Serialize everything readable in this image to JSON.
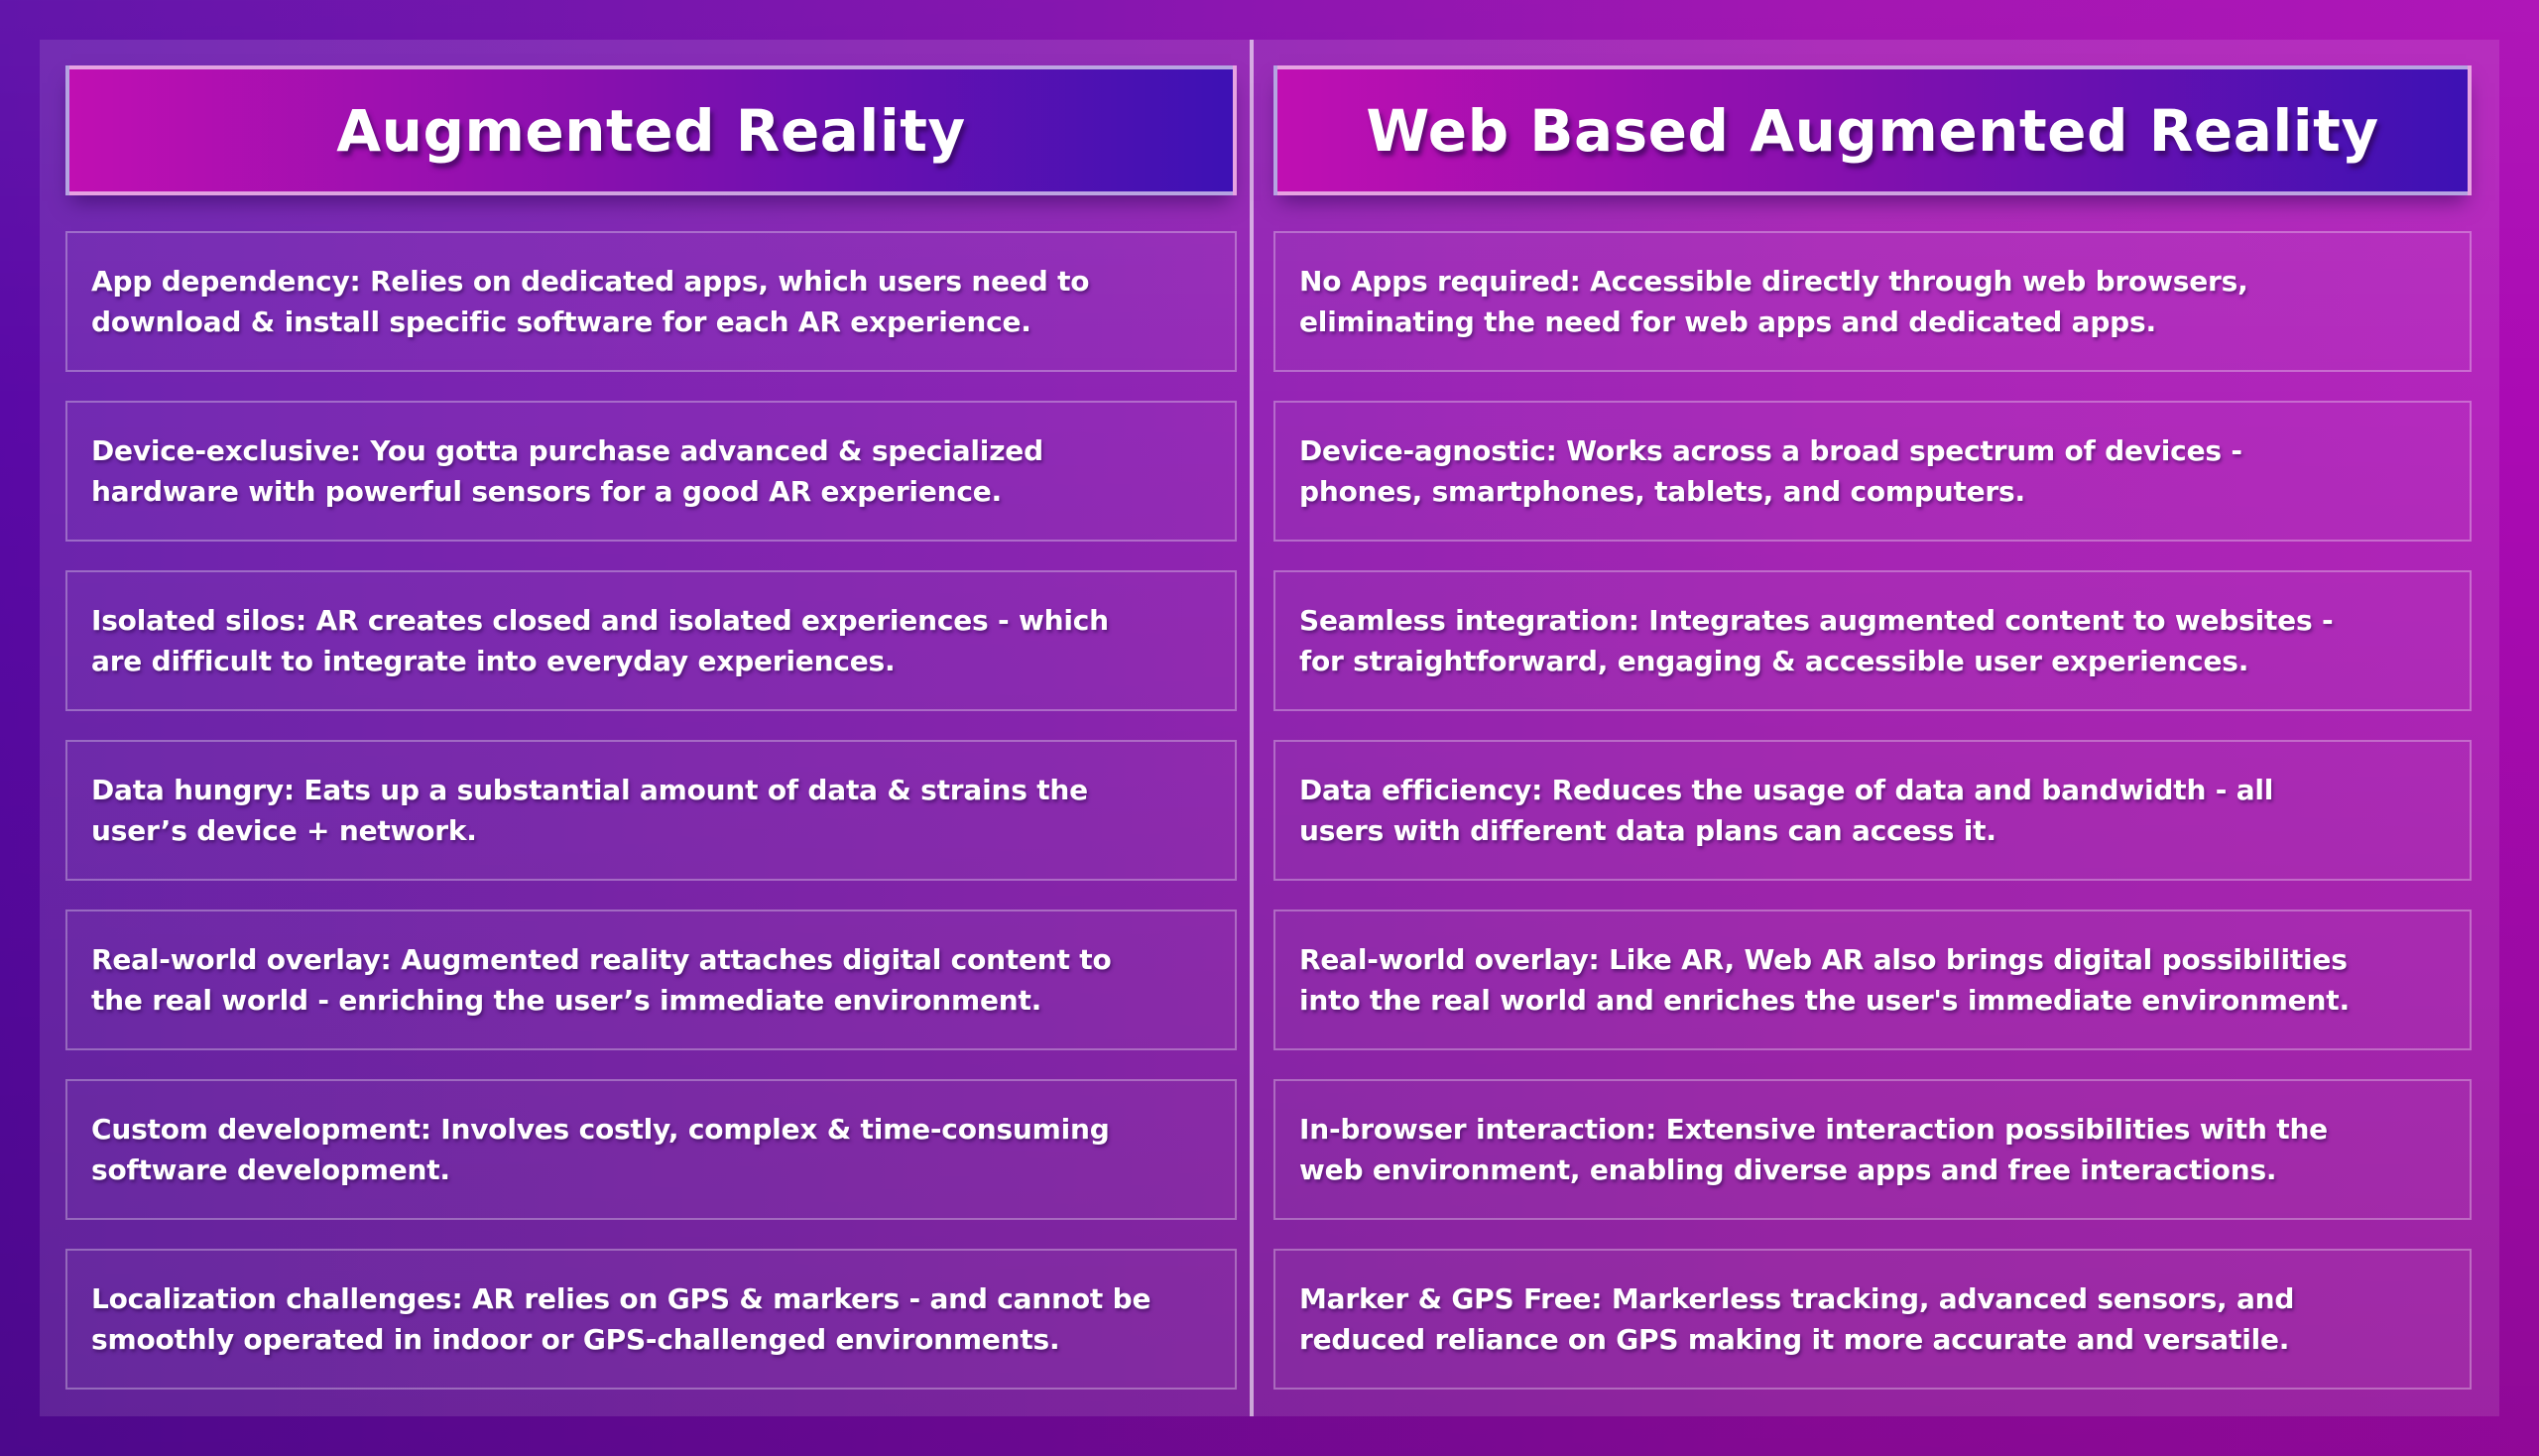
{
  "theme": {
    "background_gradient_start": "#5a09a6",
    "background_gradient_end": "#ab0ab4",
    "header_gradient_start": "#c00fb2",
    "header_gradient_end": "#3d11b4",
    "divider_color": "#c9a6ee",
    "text_color": "#ffffff"
  },
  "columns": [
    {
      "id": "augmented-reality",
      "title": "Augmented Reality",
      "rows": [
        "App dependency: Relies on dedicated apps, which users need to\ndownload & install specific software for each AR experience.",
        "Device-exclusive: You gotta purchase advanced & specialized\nhardware with powerful sensors for a good AR experience.",
        "Isolated silos: AR creates closed and isolated experiences - which\nare difficult to integrate into everyday experiences.",
        "Data hungry: Eats up a substantial amount of data & strains the\nuser’s device + network.",
        "Real-world overlay: Augmented reality attaches digital content to\nthe real world - enriching the user’s immediate environment.",
        "Custom development: Involves costly, complex & time-consuming\nsoftware development.",
        "Localization challenges: AR relies on GPS & markers - and cannot be\nsmoothly operated in indoor or GPS-challenged environments."
      ]
    },
    {
      "id": "web-based-augmented-reality",
      "title": "Web Based Augmented Reality",
      "rows": [
        "No Apps required: Accessible directly through web browsers,\neliminating the need for web apps and dedicated apps.",
        "Device-agnostic: Works across a broad spectrum of devices -\nphones, smartphones, tablets, and computers.",
        "Seamless integration: Integrates augmented content to websites -\nfor straightforward, engaging & accessible user experiences.",
        "Data efficiency: Reduces the usage of data and bandwidth - all\nusers with different data plans can access it.",
        "Real-world overlay: Like AR, Web AR also brings digital possibilities\ninto the real world and enriches the user's immediate environment.",
        "In-browser interaction: Extensive interaction possibilities with the\nweb environment, enabling diverse apps and free interactions.",
        "Marker & GPS Free: Markerless tracking, advanced sensors, and\nreduced reliance on GPS making it more accurate and versatile."
      ]
    }
  ]
}
